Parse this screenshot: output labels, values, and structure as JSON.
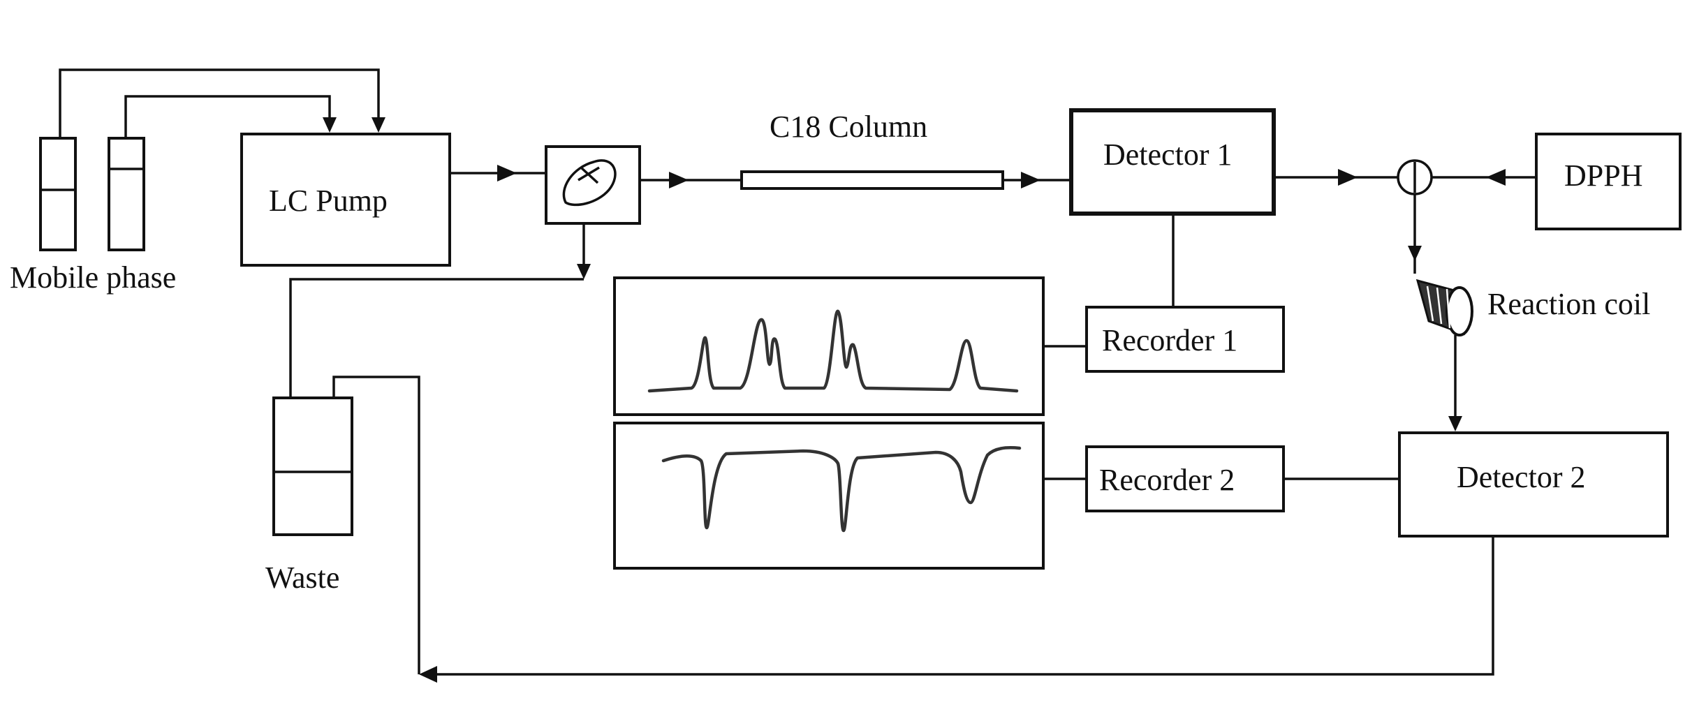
{
  "diagram": {
    "labels": {
      "mobile_phase": "Mobile phase",
      "lc_pump": "LC Pump",
      "c18_column": "C18 Column",
      "detector_1": "Detector 1",
      "dpph": "DPPH",
      "reaction_coil": "Reaction coil",
      "recorder_1": "Recorder 1",
      "recorder_2": "Recorder 2",
      "detector_2": "Detector 2",
      "waste": "Waste"
    }
  }
}
